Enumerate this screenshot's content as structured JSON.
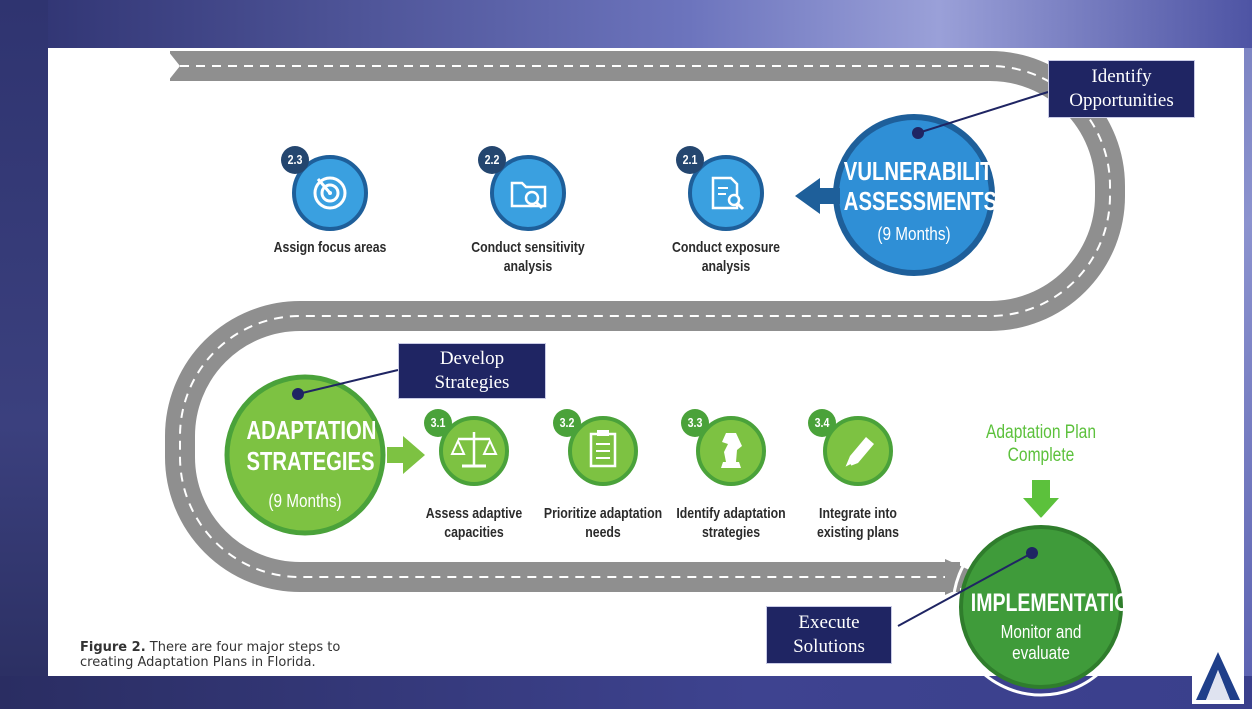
{
  "colors": {
    "road": "#8f8f8f",
    "blue_main": "#2f8fd6",
    "blue_dark": "#1e5f9a",
    "blue_step": "#3aa0e0",
    "green_main": "#7dc242",
    "green_dark": "#3f9b3a",
    "badge": "#24466f",
    "callout_bg": "#1f2563"
  },
  "vulnerability": {
    "title_line1": "VULNERABILITY",
    "title_line2": "ASSESSMENTS",
    "duration": "(9 Months)",
    "steps": [
      {
        "badge": "2.3",
        "icon": "target-icon",
        "label_line1": "Assign focus areas",
        "label_line2": ""
      },
      {
        "badge": "2.2",
        "icon": "folder-search-icon",
        "label_line1": "Conduct sensitivity",
        "label_line2": "analysis"
      },
      {
        "badge": "2.1",
        "icon": "document-search-icon",
        "label_line1": "Conduct exposure",
        "label_line2": "analysis"
      }
    ]
  },
  "adaptation": {
    "title_line1": "ADAPTATION",
    "title_line2": "STRATEGIES",
    "duration": "(9 Months)",
    "steps": [
      {
        "badge": "3.1",
        "icon": "scale-icon",
        "label_line1": "Assess adaptive",
        "label_line2": "capacities"
      },
      {
        "badge": "3.2",
        "icon": "clipboard-icon",
        "label_line1": "Prioritize adaptation",
        "label_line2": "needs"
      },
      {
        "badge": "3.3",
        "icon": "chess-knight-icon",
        "label_line1": "Identify adaptation",
        "label_line2": "strategies"
      },
      {
        "badge": "3.4",
        "icon": "pen-icon",
        "label_line1": "Integrate into",
        "label_line2": "existing plans"
      }
    ]
  },
  "implementation": {
    "title": "IMPLEMENTATION",
    "line1": "Monitor and",
    "line2": "evaluate",
    "complete_line1": "Adaptation Plan",
    "complete_line2": "Complete"
  },
  "callouts": {
    "identify_line1": "Identify",
    "identify_line2": "Opportunities",
    "develop_line1": "Develop",
    "develop_line2": "Strategies",
    "execute_line1": "Execute",
    "execute_line2": "Solutions"
  },
  "caption": {
    "bold": "Figure 2.",
    "line1": " There are four major steps to",
    "line2": "creating Adaptation Plans in Florida."
  },
  "logo": {
    "letter": "A"
  }
}
